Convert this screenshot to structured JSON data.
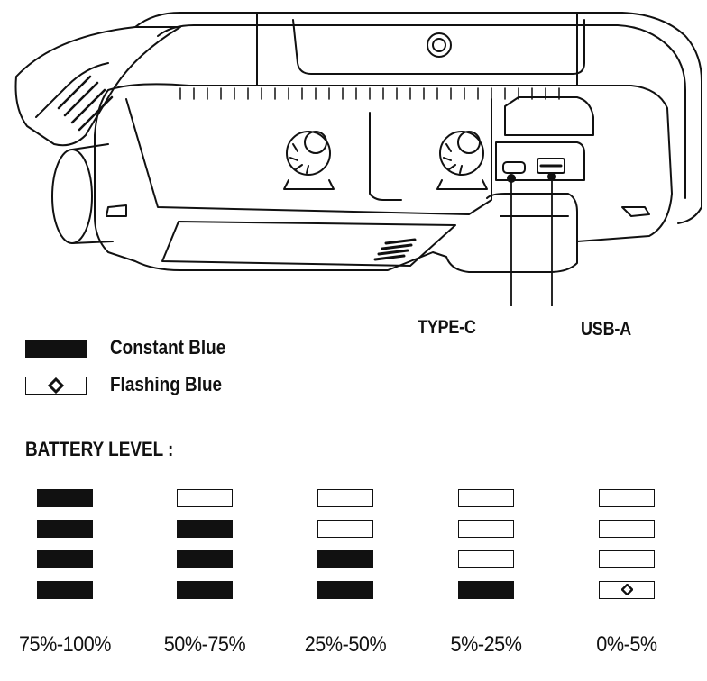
{
  "ports": {
    "type_c": "TYPE-C",
    "usb_a": "USB-A"
  },
  "legend": {
    "constant": "Constant Blue",
    "flashing": "Flashing Blue"
  },
  "battery": {
    "title": "BATTERY LEVEL :",
    "levels": [
      {
        "label": "75%-100%",
        "segments": [
          "on",
          "on",
          "on",
          "on"
        ]
      },
      {
        "label": "50%-75%",
        "segments": [
          "off",
          "on",
          "on",
          "on"
        ]
      },
      {
        "label": "25%-50%",
        "segments": [
          "off",
          "off",
          "on",
          "on"
        ]
      },
      {
        "label": "5%-25%",
        "segments": [
          "off",
          "off",
          "off",
          "on"
        ]
      },
      {
        "label": "0%-5%",
        "segments": [
          "off",
          "off",
          "off",
          "flash"
        ]
      }
    ]
  },
  "colors": {
    "ink": "#111111",
    "paper": "#ffffff"
  }
}
